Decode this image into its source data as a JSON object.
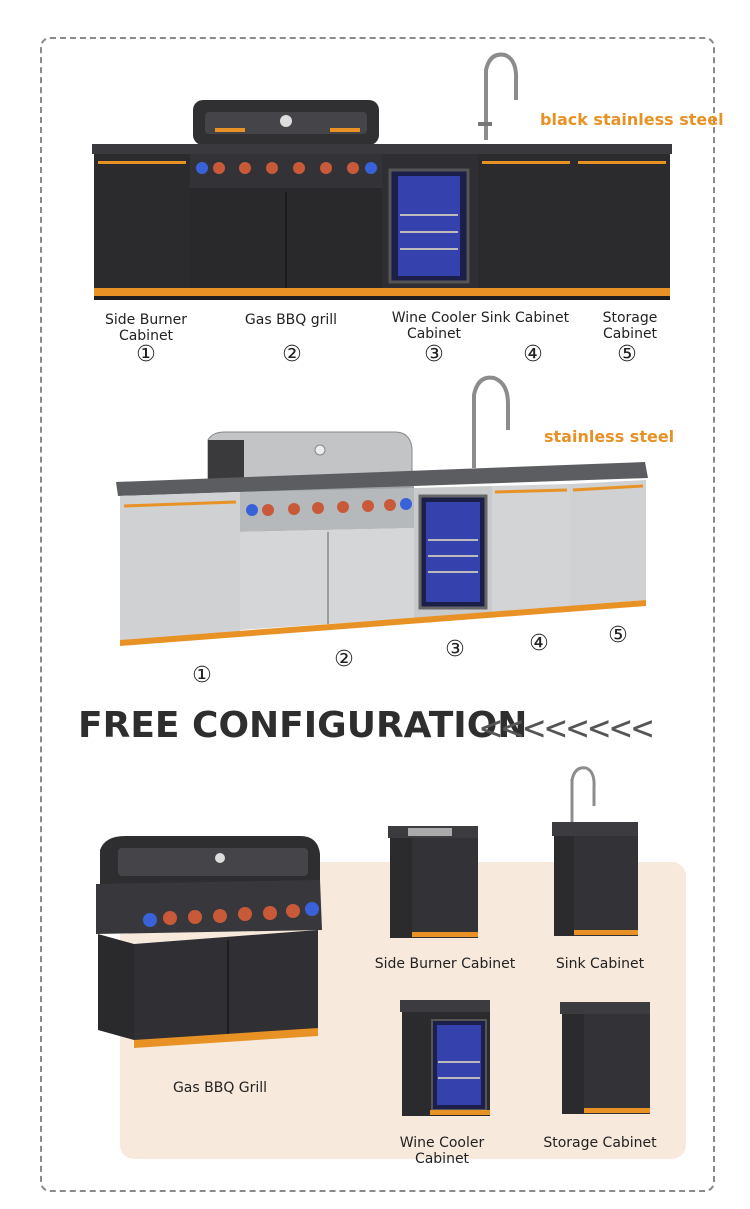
{
  "top_section": {
    "finish": "black stainless steel",
    "labels": [
      {
        "text_line1": "Side Burner",
        "text_line2": "Cabinet",
        "number": "①"
      },
      {
        "text_line1": "Gas BBQ grill",
        "text_line2": "",
        "number": "②"
      },
      {
        "text_line1": "Wine Cooler",
        "text_line2": "Cabinet",
        "number": "③"
      },
      {
        "text_line1": "Sink Cabinet",
        "text_line2": "",
        "number": "④"
      },
      {
        "text_line1": "Storage Cabinet",
        "text_line2": "",
        "number": "⑤"
      }
    ]
  },
  "middle_section": {
    "finish": "stainless steel",
    "numbers": [
      "①",
      "②",
      "③",
      "④",
      "⑤"
    ]
  },
  "headline": {
    "title": "FREE CONFIGURATION",
    "arrows": "<<<<<<<<"
  },
  "modules": {
    "grill": "Gas BBQ Grill",
    "side_burner": "Side Burner Cabinet",
    "sink": "Sink Cabinet",
    "wine_cooler": "Wine Cooler Cabinet",
    "storage": "Storage Cabinet"
  },
  "colors": {
    "accent_orange": "#e89226",
    "black_steel": "#2b2b2e",
    "stainless": "#c9cbcd",
    "peach_panel": "#f8e9dd",
    "cooler_glow": "#4b5cff"
  }
}
